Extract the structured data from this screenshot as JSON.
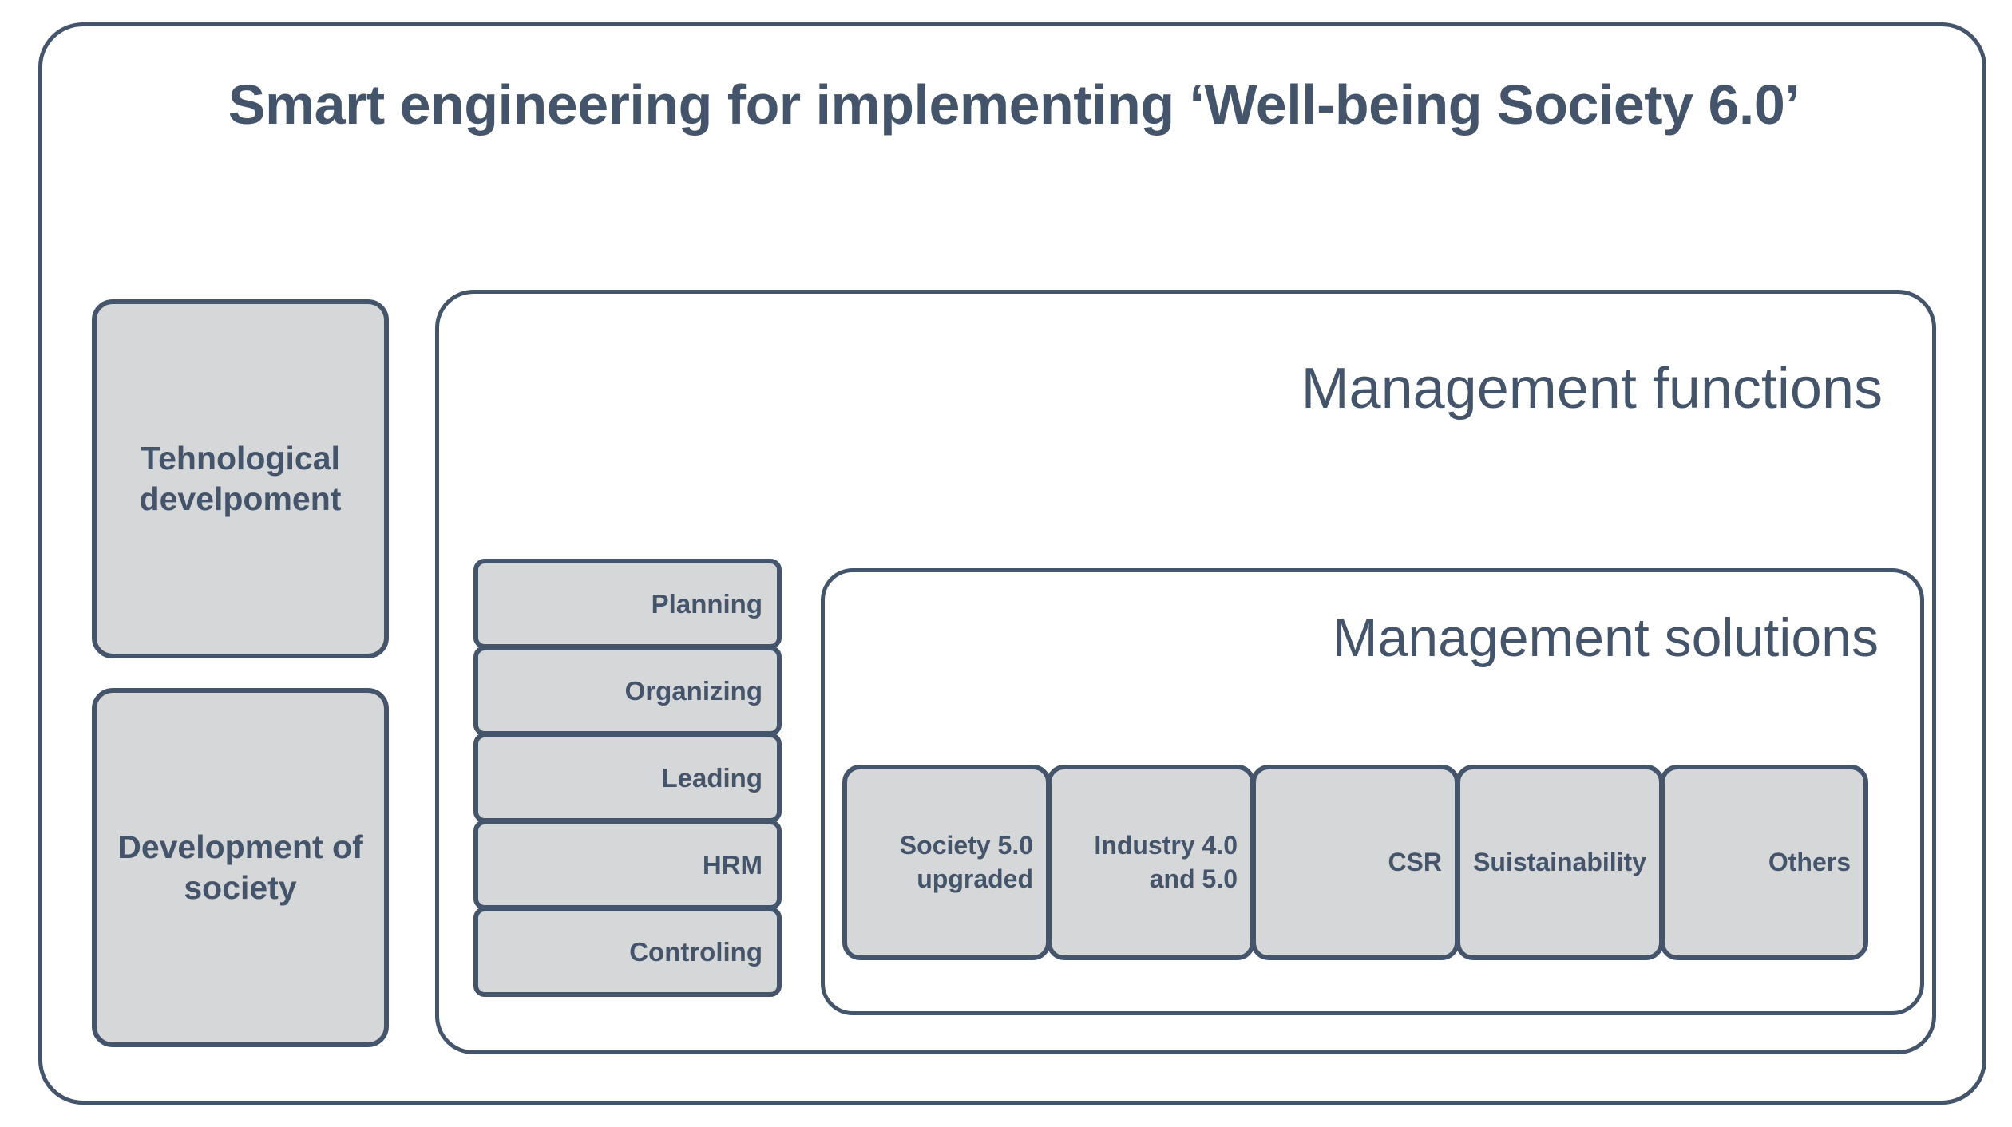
{
  "diagram": {
    "title": "Smart engineering for implementing ‘Well-being Society 6.0’",
    "colors": {
      "stroke": "#44546A",
      "box_fill": "#D5D7D9",
      "background": "#FFFFFF",
      "text": "#44546A"
    },
    "drivers": [
      {
        "label": "Tehnological develpoment"
      },
      {
        "label": "Development of society"
      }
    ],
    "functions_container": {
      "heading": "Management functions",
      "items": [
        {
          "label": "Planning"
        },
        {
          "label": "Organizing"
        },
        {
          "label": "Leading"
        },
        {
          "label": "HRM"
        },
        {
          "label": "Controling"
        }
      ]
    },
    "solutions_container": {
      "heading": "Management solutions",
      "items": [
        {
          "label": "Society 5.0 upgraded"
        },
        {
          "label": "Industry 4.0 and 5.0"
        },
        {
          "label": "CSR"
        },
        {
          "label": "Suistainability"
        },
        {
          "label": "Others"
        }
      ]
    }
  }
}
